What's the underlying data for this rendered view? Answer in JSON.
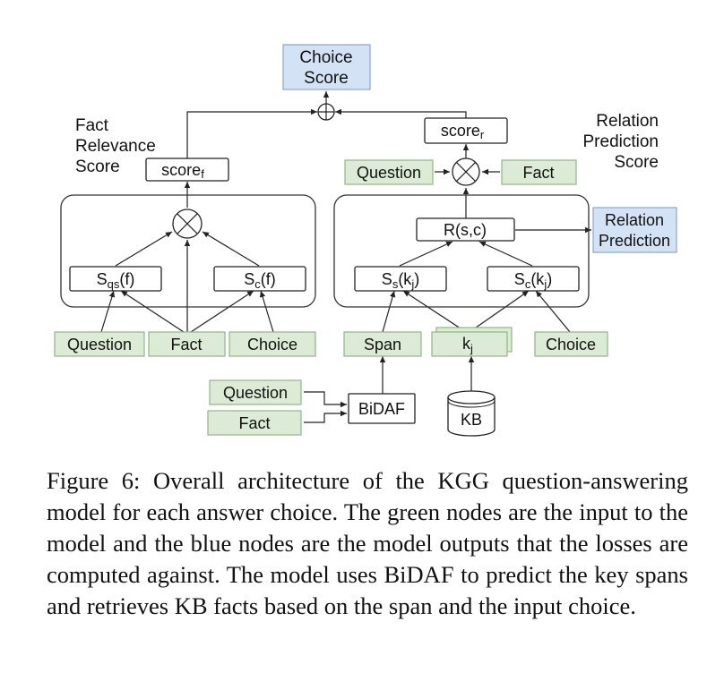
{
  "nodes": {
    "choice_score": [
      "Choice",
      "Score"
    ],
    "fact_relevance_label": [
      "Fact",
      "Relevance",
      "Score"
    ],
    "relation_prediction_label": [
      "Relation",
      "Prediction",
      "Score"
    ],
    "score_f": {
      "base": "score",
      "sub": "f"
    },
    "score_r": {
      "base": "score",
      "sub": "r"
    },
    "question_mid": "Question",
    "fact_mid": "Fact",
    "rsc": "R(s,c)",
    "relation_prediction": [
      "Relation",
      "Prediction"
    ],
    "sqs": {
      "base": "S",
      "sub": "qs",
      "arg": "(f)"
    },
    "sc_left": {
      "base": "S",
      "sub": "c",
      "arg": "(f)"
    },
    "ss": {
      "base": "S",
      "sub": "s",
      "arg": "(k",
      "argsub": "j",
      "argend": ")"
    },
    "sc_right": {
      "base": "S",
      "sub": "c",
      "arg": "(k",
      "argsub": "j",
      "argend": ")"
    },
    "inputs_left": [
      "Question",
      "Fact",
      "Choice"
    ],
    "span": "Span",
    "kj": {
      "base": "k",
      "sub": "j"
    },
    "choice_right": "Choice",
    "bidaf_inputs": [
      "Question",
      "Fact"
    ],
    "bidaf": "BiDAF",
    "kb": "KB"
  },
  "caption": "Figure 6: Overall architecture of the KGG question-answering model for each answer choice. The green nodes are the input to the model and the blue nodes are the model outputs that the losses are computed against. The model uses BiDAF to predict the key spans and retrieves KB facts based on the span and the input choice.",
  "colors": {
    "input_green": "#dcebd5",
    "output_blue": "#d4e2f5"
  }
}
